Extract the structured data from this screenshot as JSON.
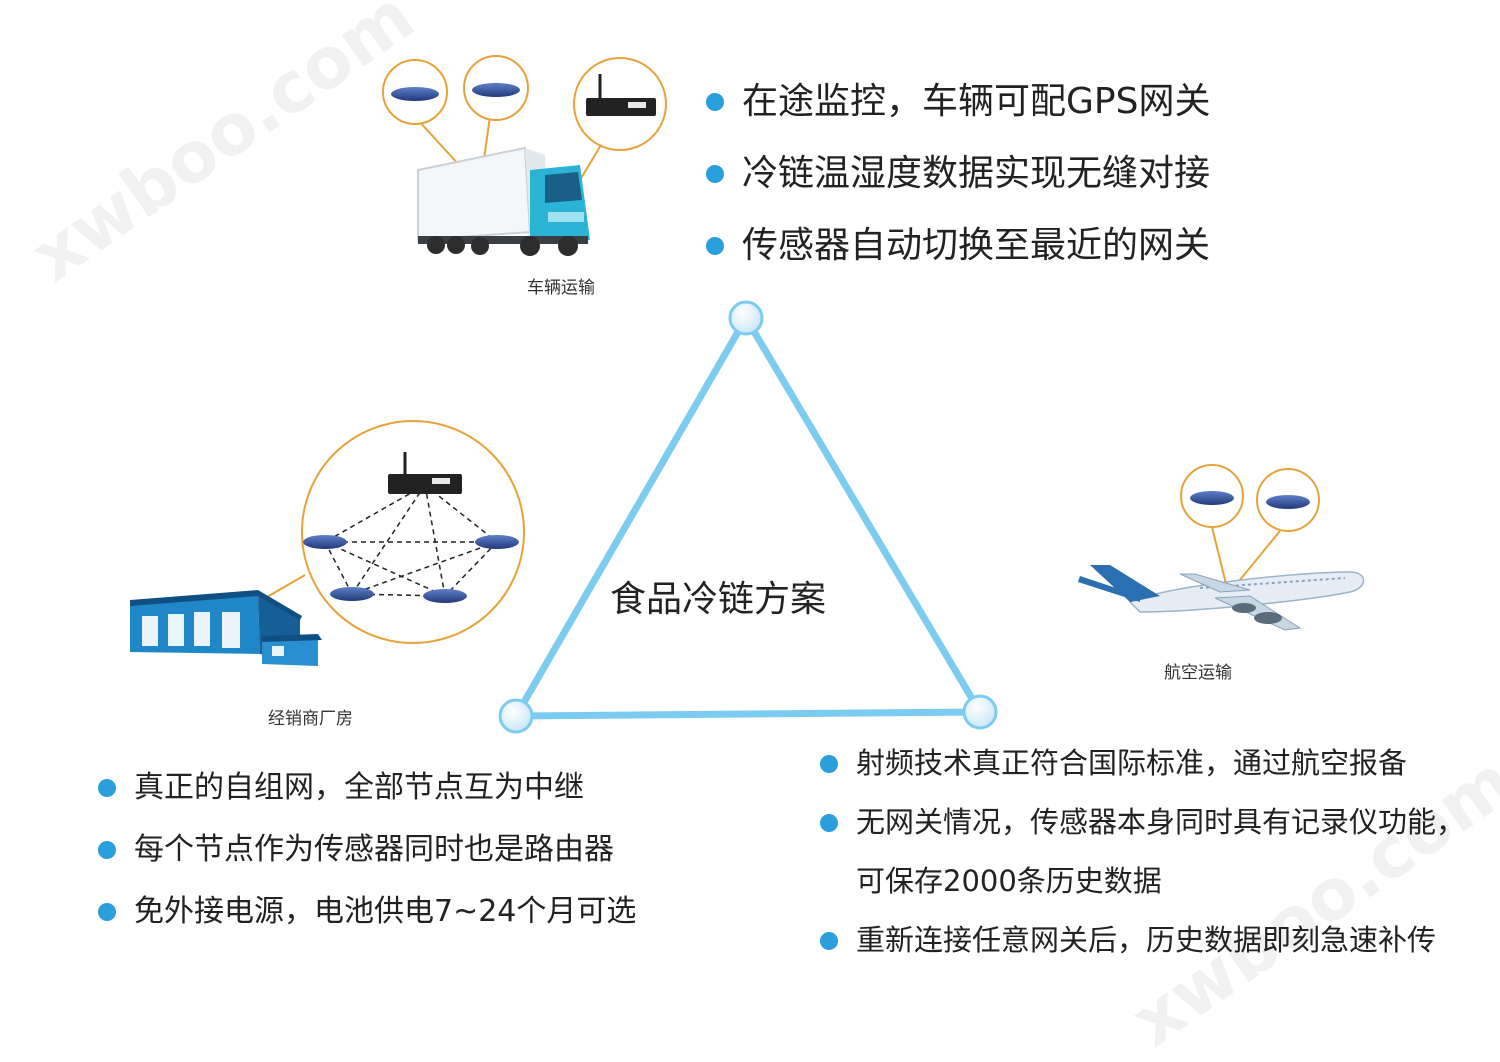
{
  "watermark": "xwboo.com",
  "center_title": "食品冷链方案",
  "captions": {
    "truck": "车辆运输",
    "warehouse": "经销商厂房",
    "plane": "航空运输"
  },
  "vehicle_features": [
    "在途监控，车辆可配GPS网关",
    "冷链温湿度数据实现无缝对接",
    "传感器自动切换至最近的网关"
  ],
  "warehouse_features": [
    "真正的自组网，全部节点互为中继",
    "每个节点作为传感器同时也是路由器",
    "免外接电源，电池供电7~24个月可选"
  ],
  "air_features": [
    "射频技术真正符合国际标准，通过航空报备",
    "无网关情况，传感器本身同时具有记录仪功能，",
    "可保存2000条历史数据",
    "重新连接任意网关后，历史数据即刻急速补传"
  ],
  "colors": {
    "triangle": "#7ccbf0",
    "bullet": "#2a9fdc",
    "callout_ring": "#e8a23a"
  }
}
